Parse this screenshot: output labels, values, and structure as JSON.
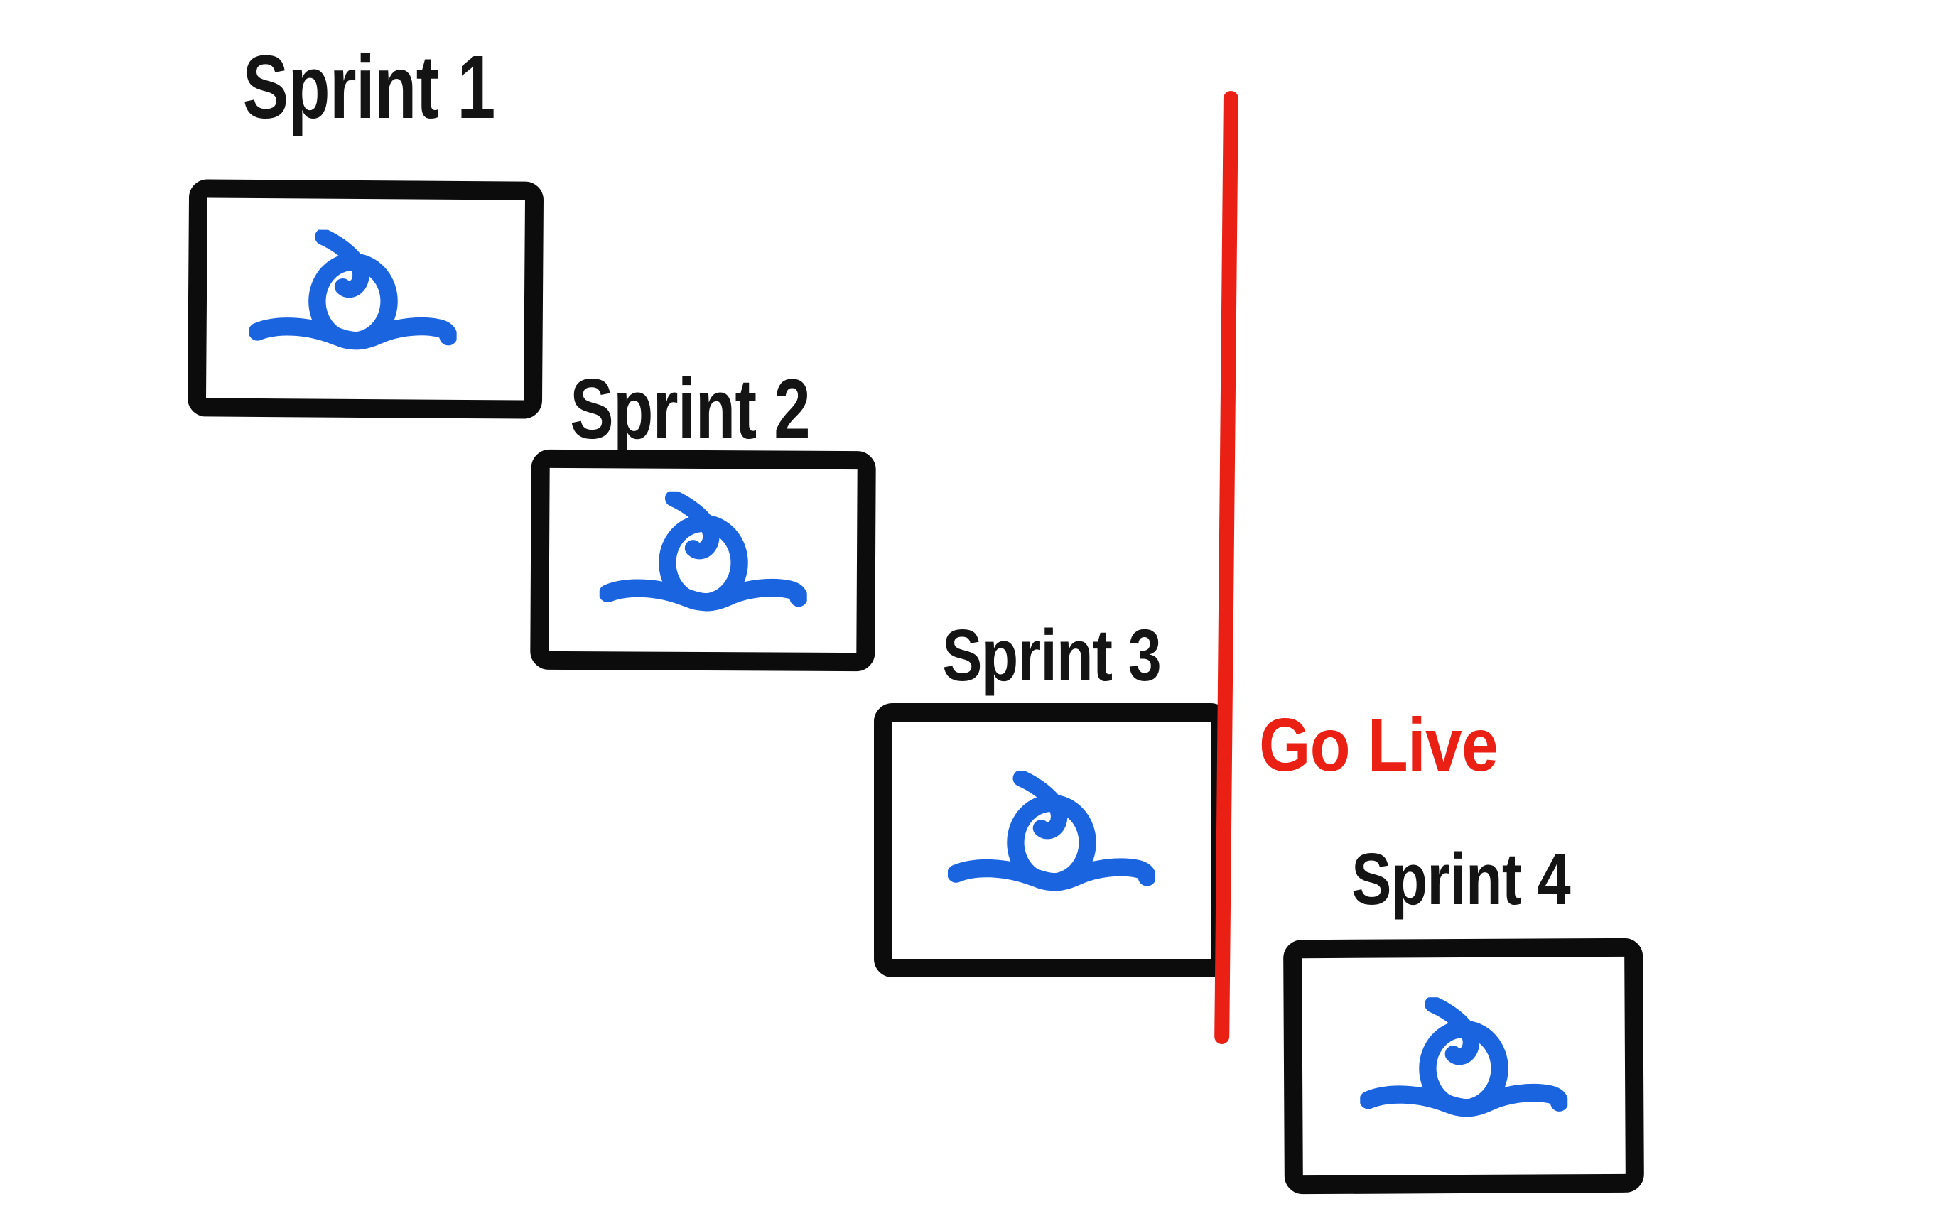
{
  "diagram": {
    "sprints": [
      {
        "label": "Sprint 1"
      },
      {
        "label": "Sprint 2"
      },
      {
        "label": "Sprint 3"
      },
      {
        "label": "Sprint 4"
      }
    ],
    "milestone": {
      "label": "Go Live"
    }
  },
  "icons": {
    "sprint_loop": "loop-arrow-icon"
  },
  "colors": {
    "background": "#ffffff",
    "label_text": "#141414",
    "box_border": "#0c0c0c",
    "loop_blue": "#1b64e0",
    "milestone_red": "#ea2015"
  }
}
